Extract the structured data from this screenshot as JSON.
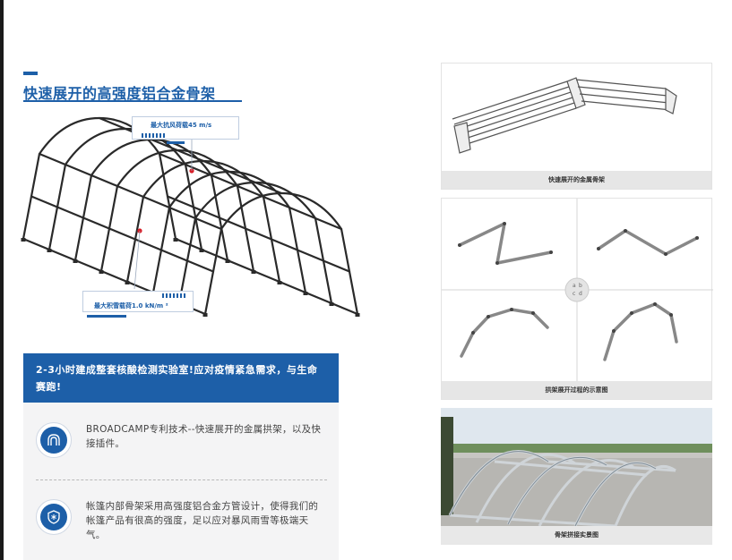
{
  "left": {
    "heading": "快速展开的高强度铝合金骨架",
    "callout_wind": "最大抗风荷载45 m/s",
    "callout_snow": "最大积雪载荷1.0 kN/m ²"
  },
  "banner": {
    "text": "2-3小时建成整套核酸检测实验室!应对疫情紧急需求，与生命赛跑!"
  },
  "features": [
    {
      "icon": "tent-frame-icon",
      "text": "BROADCAMP专利技术--快速展开的金属拱架，以及快接插件。"
    },
    {
      "icon": "shield-snowflake-icon",
      "text": "帐篷内部骨架采用高强度铝合金方管设计，使得我们的帐篷产品有很高的强度，足以应对暴风雨雪等极端天气。"
    }
  ],
  "captions": {
    "folded_frame": "快速展开的金属骨架",
    "unfold_process": "拱架展开过程的示意图",
    "assembly_photo": "骨架拼接实景图"
  },
  "colors": {
    "accent": "#1d5fa8",
    "marker": "#d8202a"
  }
}
